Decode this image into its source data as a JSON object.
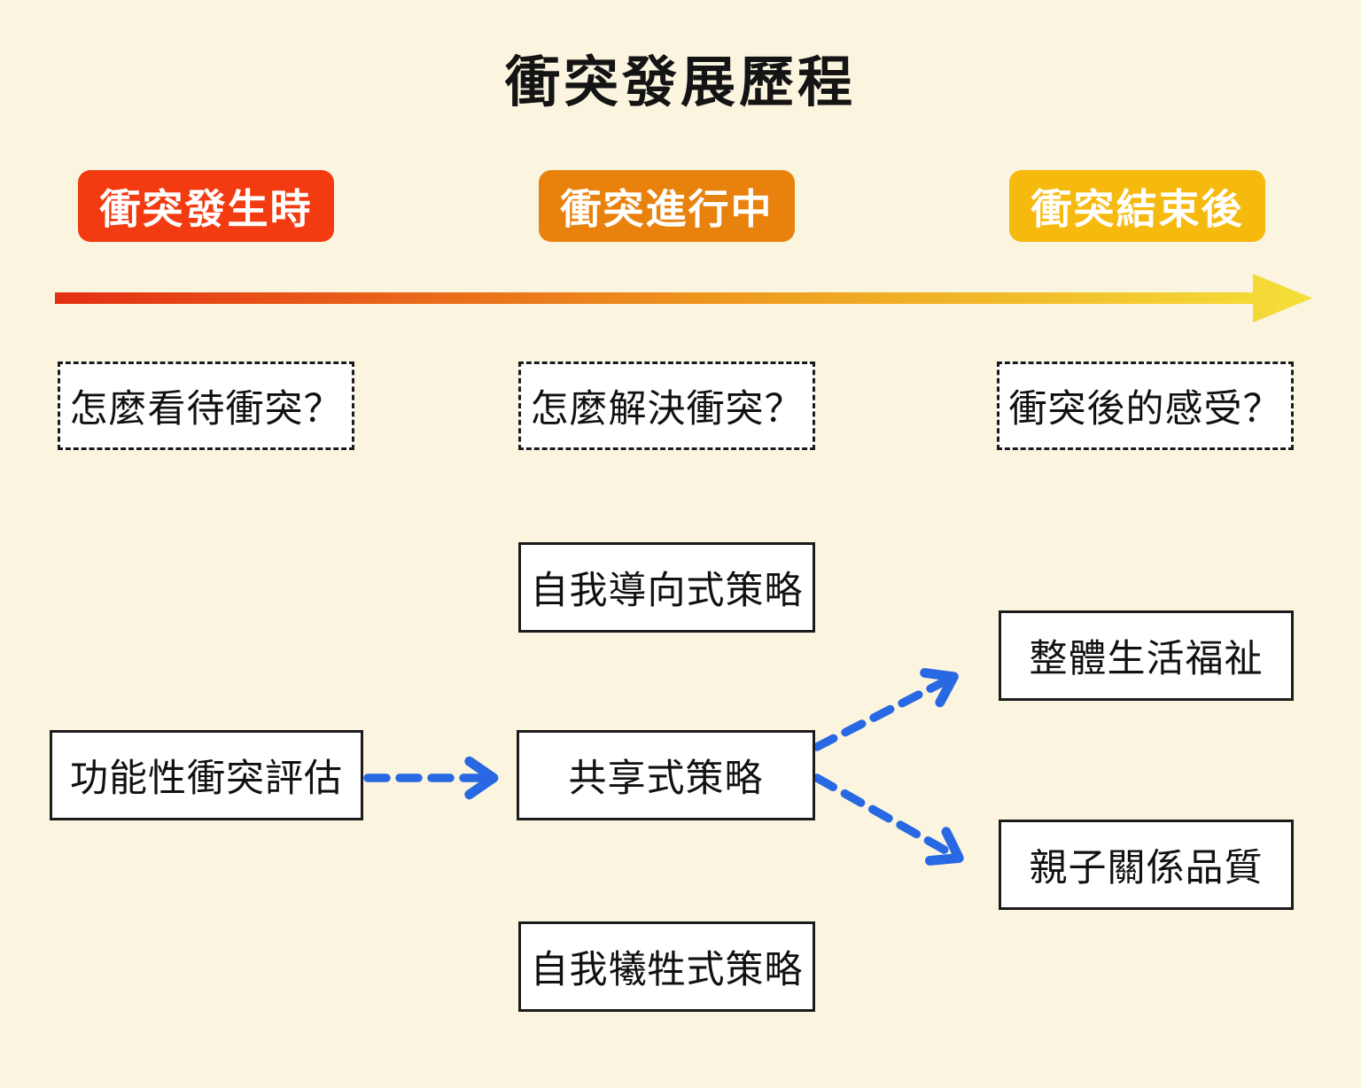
{
  "canvas_background": "#FBF5E0",
  "title": "衝突發展歷程",
  "timeline": {
    "stages": [
      {
        "label": "衝突發生時",
        "color": "#F23B10"
      },
      {
        "label": "衝突進行中",
        "color": "#E8820D"
      },
      {
        "label": "衝突結束後",
        "color": "#F6B90E"
      }
    ],
    "arrow_gradient": {
      "start": "#E42F14",
      "mid": "#EE9C1F",
      "end": "#F5DF38"
    }
  },
  "questions": [
    {
      "label": "怎麼看待衝突？"
    },
    {
      "label": "怎麼解決衝突？"
    },
    {
      "label": "衝突後的感受？"
    }
  ],
  "nodes": {
    "self_directed_strategy": "自我導向式策略",
    "functional_conflict_evaluation": "功能性衝突評估",
    "shared_strategy": "共享式策略",
    "overall_life_wellbeing": "整體生活福祉",
    "parent_child_relationship_quality": "親子關係品質",
    "self_sacrificing_strategy": "自我犧牲式策略"
  },
  "connectors": {
    "color": "#2968E3",
    "style": "dashed"
  }
}
